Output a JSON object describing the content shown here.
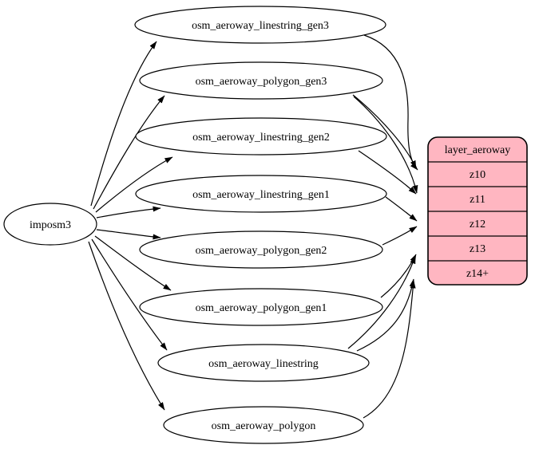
{
  "diagram": {
    "type": "etl-graph",
    "source_node": {
      "label": "imposm3"
    },
    "table_nodes": [
      {
        "label": "osm_aeroway_linestring_gen3"
      },
      {
        "label": "osm_aeroway_polygon_gen3"
      },
      {
        "label": "osm_aeroway_linestring_gen2"
      },
      {
        "label": "osm_aeroway_linestring_gen1"
      },
      {
        "label": "osm_aeroway_polygon_gen2"
      },
      {
        "label": "osm_aeroway_polygon_gen1"
      },
      {
        "label": "osm_aeroway_linestring"
      },
      {
        "label": "osm_aeroway_polygon"
      }
    ],
    "record_node": {
      "title": "layer_aeroway",
      "rows": [
        "z10",
        "z11",
        "z12",
        "z13",
        "z14+"
      ]
    },
    "edges": [
      {
        "from": "imposm3",
        "to": "osm_aeroway_linestring_gen3"
      },
      {
        "from": "imposm3",
        "to": "osm_aeroway_polygon_gen3"
      },
      {
        "from": "imposm3",
        "to": "osm_aeroway_linestring_gen2"
      },
      {
        "from": "imposm3",
        "to": "osm_aeroway_linestring_gen1"
      },
      {
        "from": "imposm3",
        "to": "osm_aeroway_polygon_gen2"
      },
      {
        "from": "imposm3",
        "to": "osm_aeroway_polygon_gen1"
      },
      {
        "from": "imposm3",
        "to": "osm_aeroway_linestring"
      },
      {
        "from": "imposm3",
        "to": "osm_aeroway_polygon"
      },
      {
        "from": "osm_aeroway_linestring_gen3",
        "to": "layer_aeroway:z10"
      },
      {
        "from": "osm_aeroway_polygon_gen3",
        "to": "layer_aeroway:z10"
      },
      {
        "from": "osm_aeroway_polygon_gen3",
        "to": "layer_aeroway:z11"
      },
      {
        "from": "osm_aeroway_linestring_gen2",
        "to": "layer_aeroway:z11"
      },
      {
        "from": "osm_aeroway_linestring_gen1",
        "to": "layer_aeroway:z12"
      },
      {
        "from": "osm_aeroway_polygon_gen2",
        "to": "layer_aeroway:z12"
      },
      {
        "from": "osm_aeroway_polygon_gen1",
        "to": "layer_aeroway:z13"
      },
      {
        "from": "osm_aeroway_linestring",
        "to": "layer_aeroway:z13"
      },
      {
        "from": "osm_aeroway_linestring",
        "to": "layer_aeroway:z14+"
      },
      {
        "from": "osm_aeroway_polygon",
        "to": "layer_aeroway:z14+"
      }
    ],
    "colors": {
      "background": "#ffffff",
      "node_fill": "#ffffff",
      "record_fill": "#ffb6c1",
      "stroke": "#000000"
    }
  }
}
